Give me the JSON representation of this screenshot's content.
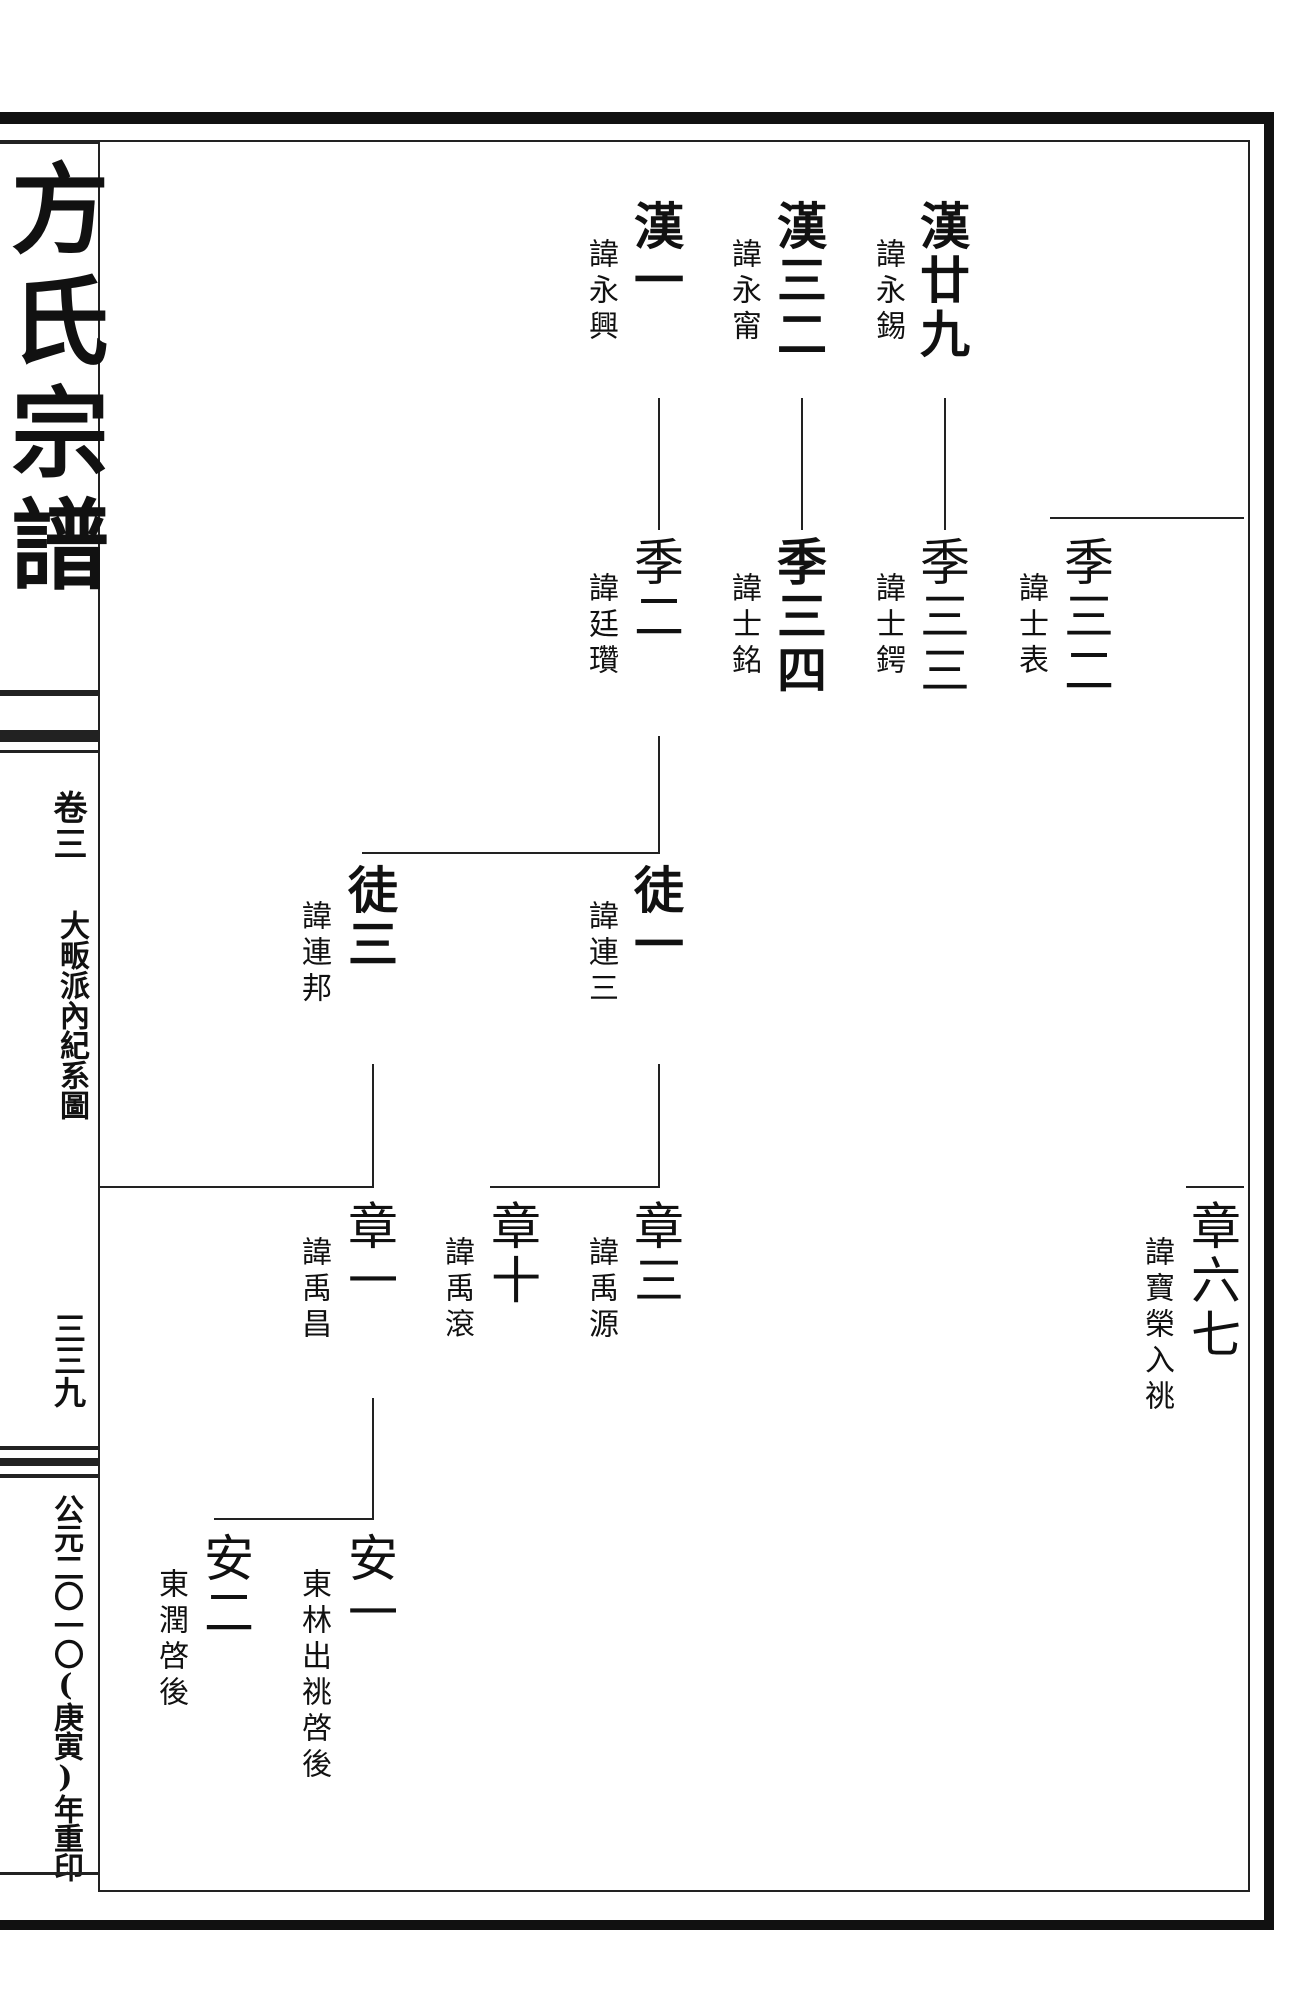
{
  "book": {
    "title": "方氏宗譜",
    "volume": "卷三",
    "section": "大畈派內紀系圖",
    "page_number": "三三九",
    "reprint_note": "公元二〇一〇(庚寅)年重印"
  },
  "genealogy": {
    "gen1": [
      {
        "name": "漢廿九",
        "detail": "諱永錫"
      },
      {
        "name": "漢三二",
        "detail": "諱永甯"
      },
      {
        "name": "漢一",
        "detail": "諱永興"
      }
    ],
    "gen2": [
      {
        "name": "季三二",
        "detail": "諱士表"
      },
      {
        "name": "季三三",
        "detail": "諱士鍔"
      },
      {
        "name": "季三四",
        "detail": "諱士銘"
      },
      {
        "name": "季二",
        "detail": "諱廷瓚"
      }
    ],
    "gen3": [
      {
        "name": "徒一",
        "detail": "諱連三"
      },
      {
        "name": "徒三",
        "detail": "諱連邦"
      }
    ],
    "gen4": [
      {
        "name": "章六七",
        "detail": "諱寶榮入祧"
      },
      {
        "name": "章三",
        "detail": "諱禹源"
      },
      {
        "name": "章十",
        "detail": "諱禹滾"
      },
      {
        "name": "章一",
        "detail": "諱禹昌"
      }
    ],
    "gen5": [
      {
        "name": "安一",
        "detail": "東林出祧啓後"
      },
      {
        "name": "安二",
        "detail": "東潤啓後"
      }
    ]
  }
}
